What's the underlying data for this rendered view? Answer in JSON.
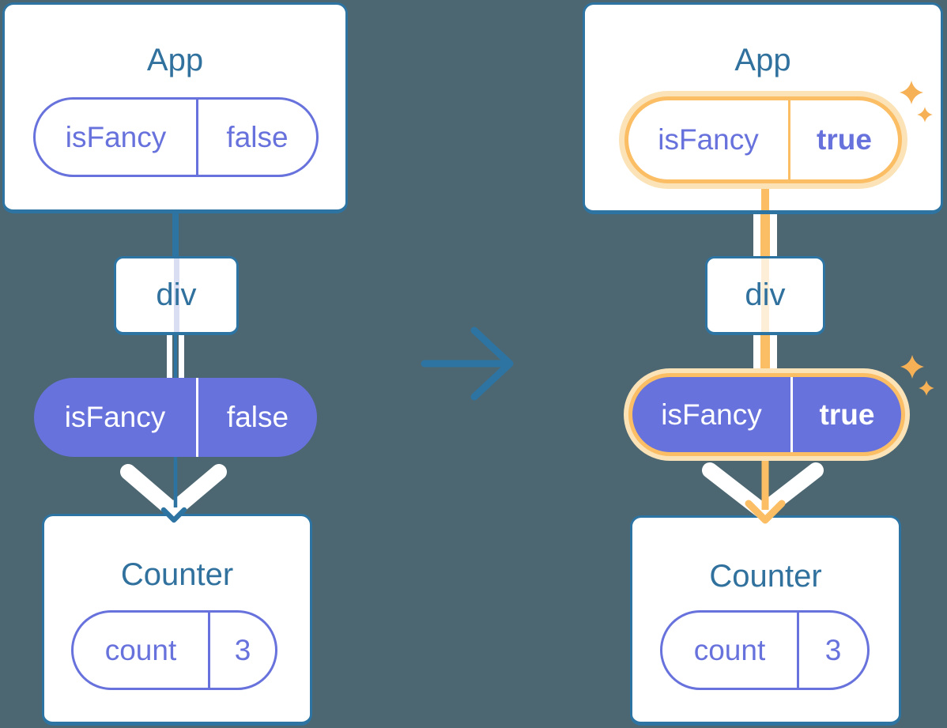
{
  "left": {
    "app": {
      "title": "App",
      "pill": {
        "name": "isFancy",
        "value": "false"
      }
    },
    "div_label": "div",
    "state_pill": {
      "name": "isFancy",
      "value": "false"
    },
    "counter": {
      "title": "Counter",
      "pill": {
        "name": "count",
        "value": "3"
      }
    }
  },
  "right": {
    "app": {
      "title": "App",
      "pill": {
        "name": "isFancy",
        "value": "true"
      }
    },
    "div_label": "div",
    "state_pill": {
      "name": "isFancy",
      "value": "true"
    },
    "counter": {
      "title": "Counter",
      "pill": {
        "name": "count",
        "value": "3"
      }
    }
  },
  "icons": {
    "transition_arrow": "right-arrow",
    "sparkles": "four-point-stars"
  },
  "colors": {
    "background": "#4C6772",
    "teal": "#2D74A2",
    "title_text": "#31719E",
    "purple": "#6872DC",
    "pale_lavender": "#D9DEF3",
    "orange": "#FBBE64",
    "orange_glow": "#FBE3B7",
    "orange_pale": "#FDEFD7",
    "sparkle": "#F6B156",
    "card_background": "#FFFFFF"
  }
}
